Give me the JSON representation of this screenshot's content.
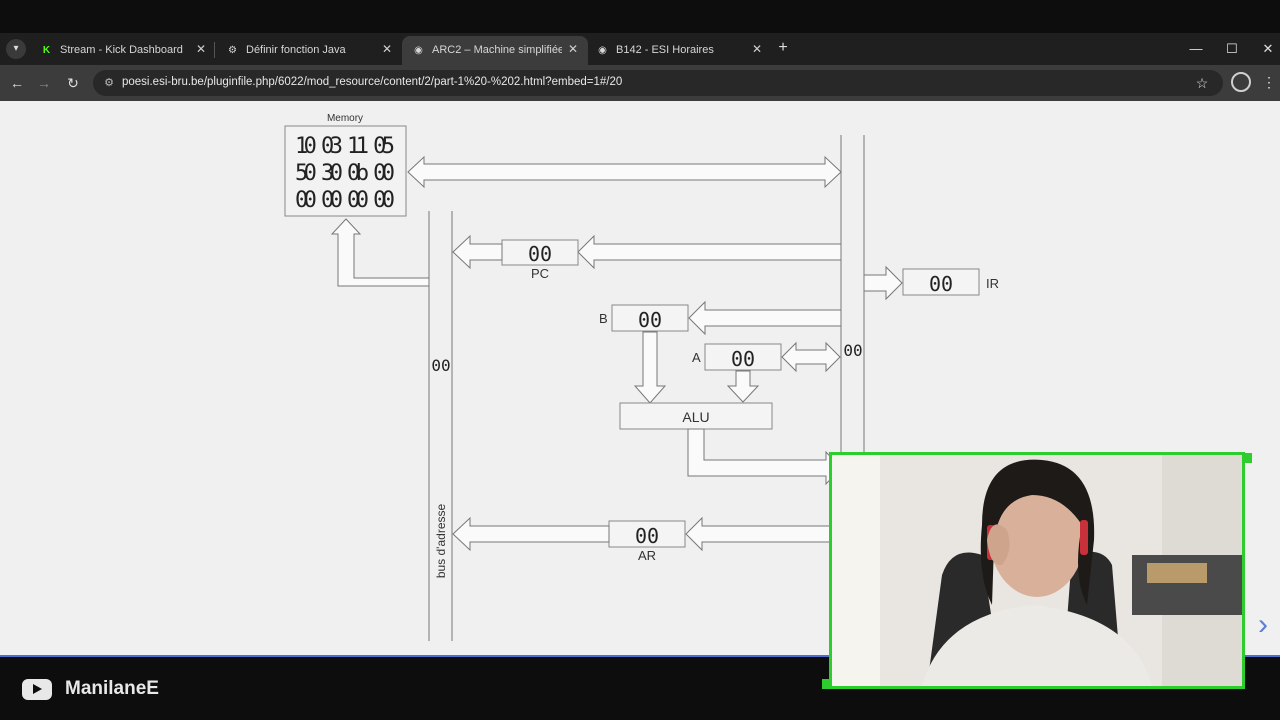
{
  "tabs": [
    {
      "title": "Stream - Kick Dashboard",
      "favicon": "K",
      "favicon_color": "#53fc18"
    },
    {
      "title": "Définir fonction Java",
      "favicon": "⚙",
      "favicon_color": "#d6d6d6"
    },
    {
      "title": "ARC2 – Machine simplifiée",
      "favicon": "◉",
      "favicon_color": "#d6d6d6",
      "active": true
    },
    {
      "title": "B142 - ESI Horaires",
      "favicon": "◉",
      "favicon_color": "#d6d6d6"
    }
  ],
  "address_bar": {
    "url": "poesi.esi-bru.be/pluginfile.php/6022/mod_resource/content/2/part-1%20-%202.html?embed=1#/20"
  },
  "diagram": {
    "memory_label": "Memory",
    "memory_rows": [
      "10 03 11 05",
      "50 30 0b 00",
      "00 00 00 00"
    ],
    "registers": {
      "pc": {
        "label": "PC",
        "value": "00"
      },
      "ir": {
        "label": "IR",
        "value": "00"
      },
      "b": {
        "label": "B",
        "value": "00"
      },
      "a": {
        "label": "A",
        "value": "00"
      },
      "ar": {
        "label": "AR",
        "value": "00"
      }
    },
    "alu_label": "ALU",
    "data_bus_value": "00",
    "address_bus_value": "00",
    "address_bus_label": "bus d'adresse"
  },
  "footer": {
    "channel_name": "ManilaneE"
  }
}
